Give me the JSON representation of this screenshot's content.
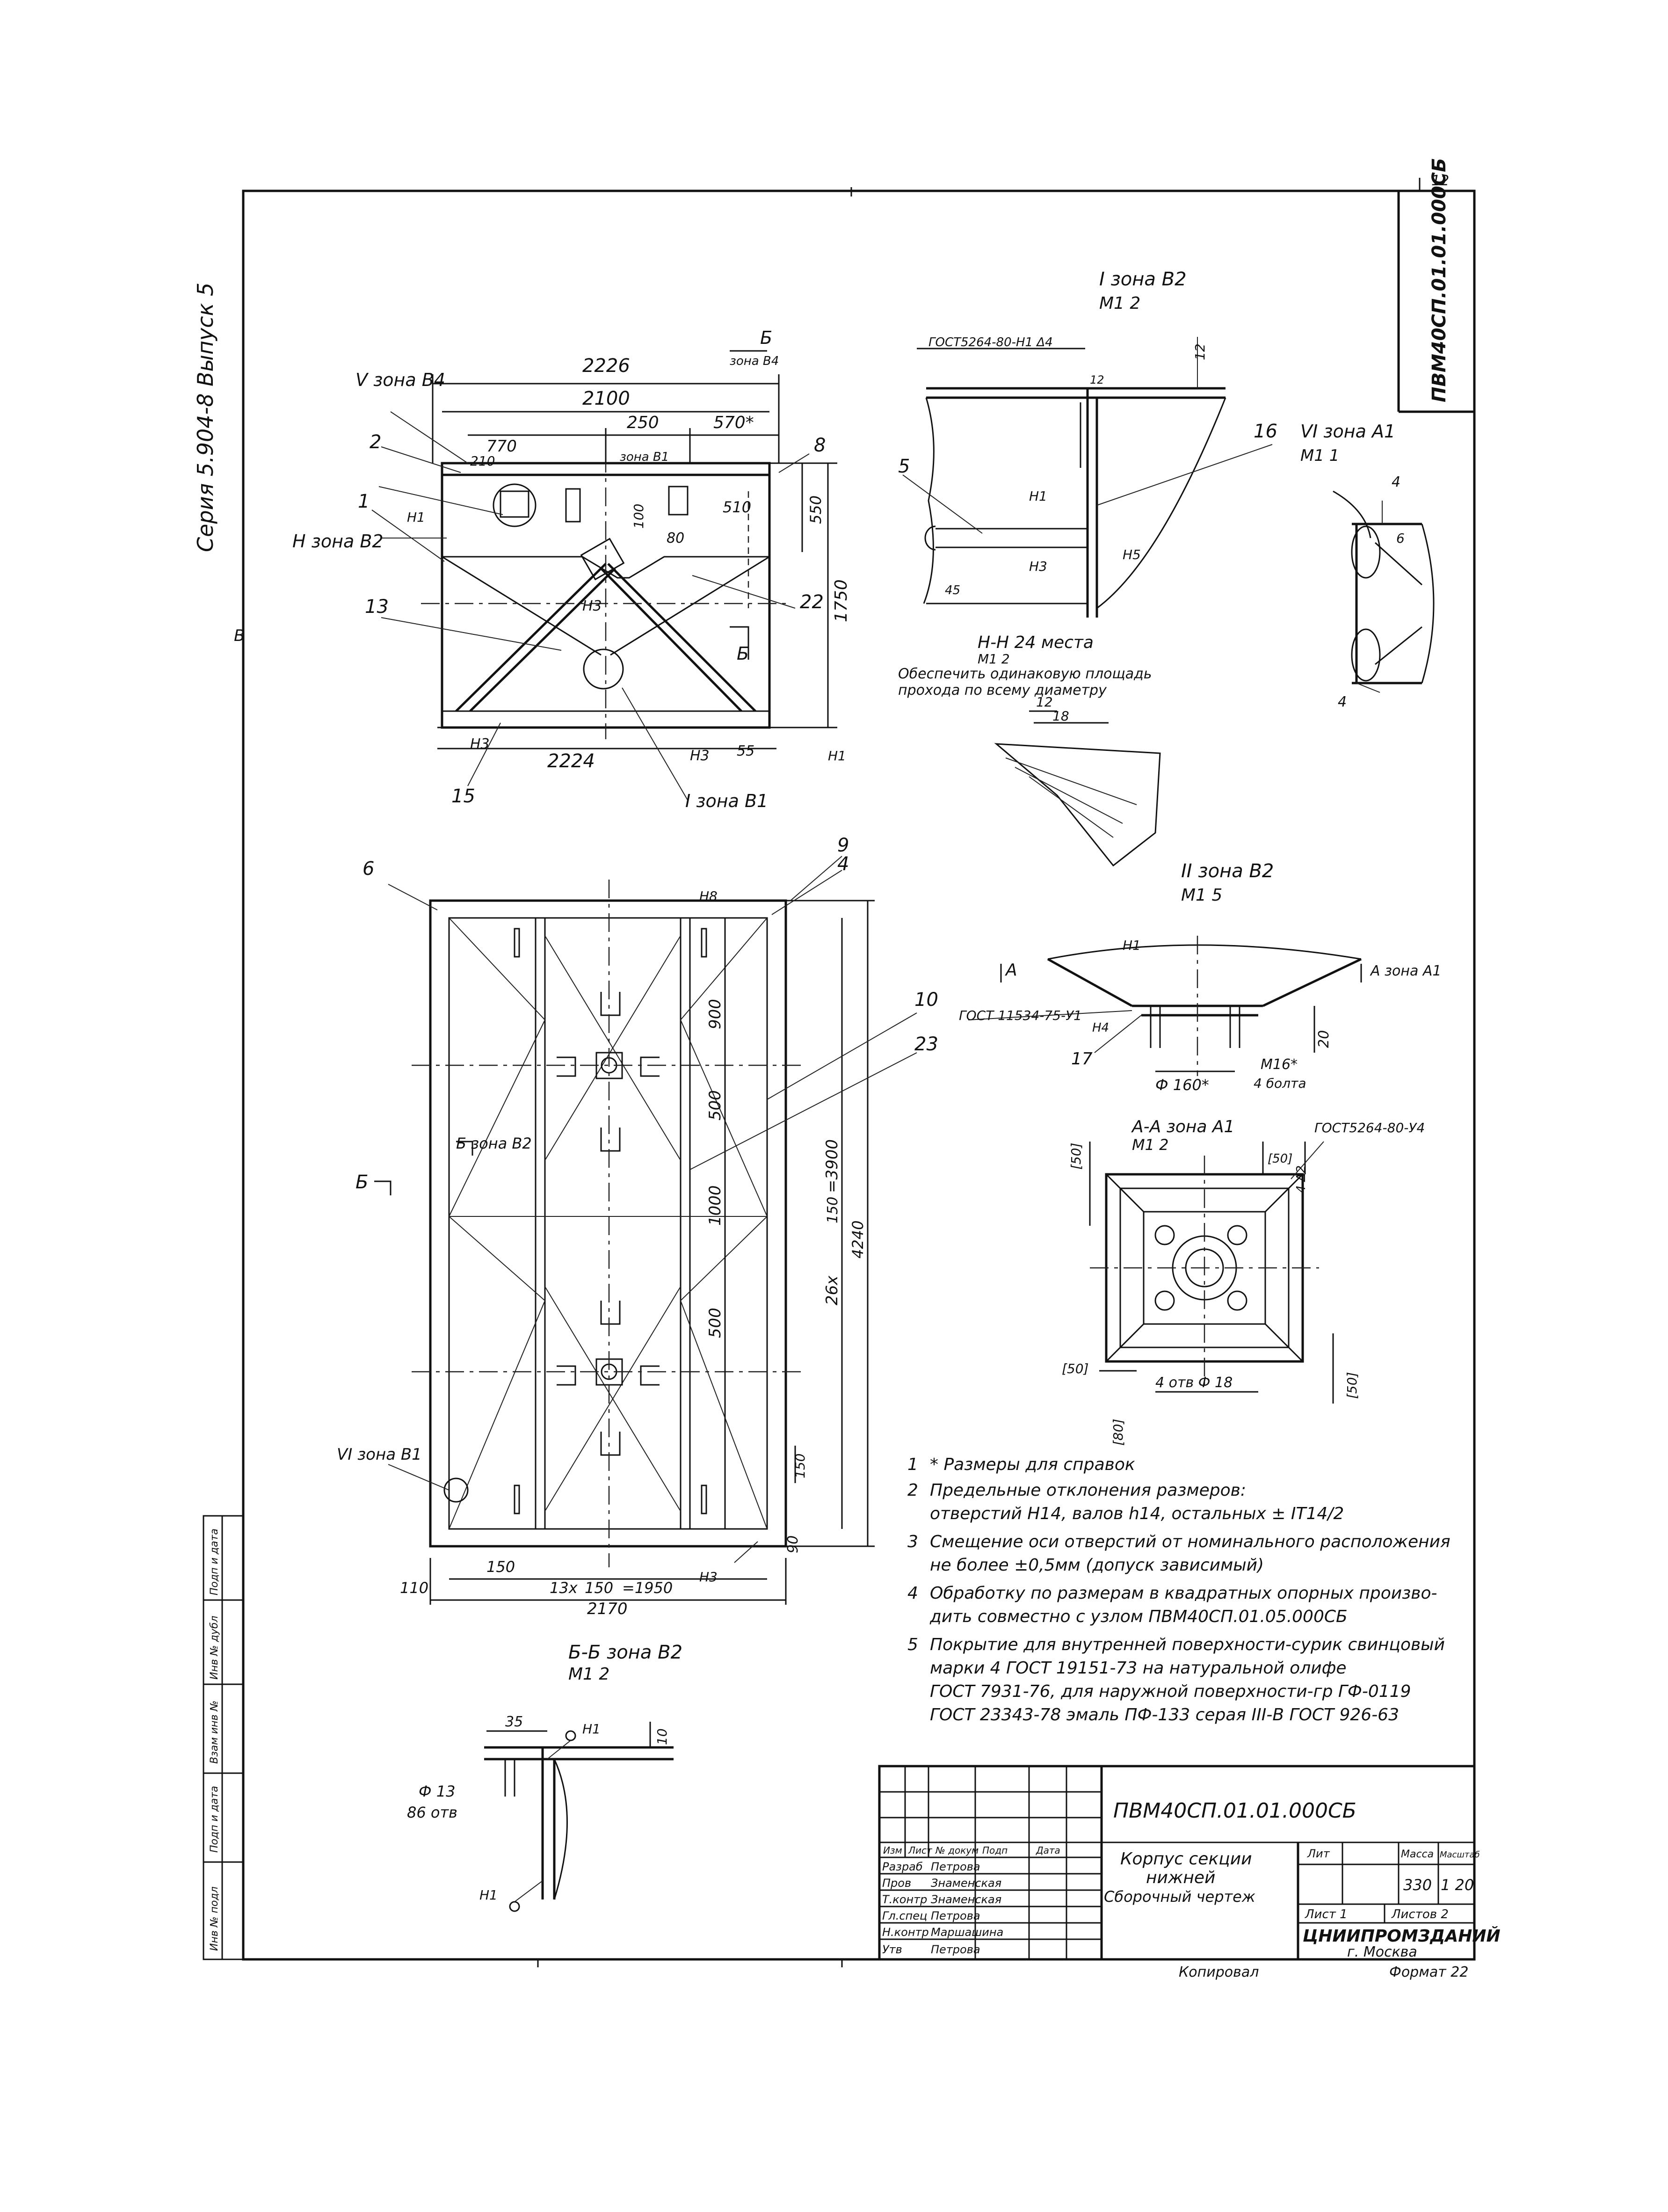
{
  "series_label": "Серия 5.904-8 Выпуск 5",
  "side_code": "ПВМ40СП.01.01.000СБ",
  "page_number": "12",
  "views": {
    "main": {
      "dims": [
        "2226",
        "2100",
        "770",
        "250",
        "570*",
        "210",
        "510",
        "100",
        "80",
        "550",
        "1750",
        "2224",
        "55"
      ],
      "callouts": [
        "2",
        "1",
        "13",
        "15",
        "8",
        "22"
      ],
      "labels": [
        "V зона В4",
        "Н зона В2",
        "I зона В1",
        "Б",
        "зона В4",
        "Б",
        "зона В1"
      ],
      "weld_marks": [
        "Н3",
        "Н3",
        "Н1",
        "Н1",
        "Н3"
      ]
    },
    "detail_I": {
      "title": "I зона В2",
      "scale": "М1 2",
      "gost": "ГОСТ5264-80-Н1 Δ4",
      "dims": [
        "12",
        "12",
        "45"
      ],
      "callouts": [
        "16",
        "5"
      ],
      "weld_marks": [
        "Н1",
        "Н3",
        "Н5"
      ]
    },
    "detail_VI": {
      "title": "VI зона А1",
      "scale": "М1 1",
      "dims": [
        "4",
        "6",
        "4"
      ]
    },
    "section_HH": {
      "title": "Н-Н 24 места",
      "scale": "М1 2",
      "note_line1": "Обеспечить одинаковую площадь",
      "note_line2": "прохода по всему диаметру",
      "dims": [
        "12",
        "18"
      ]
    },
    "detail_II": {
      "title": "II зона В2",
      "scale": "М1 5",
      "gost": "ГОСТ 11534-75-У1",
      "dims": [
        "Ф 160*",
        "М16*",
        "4 болта",
        "20",
        "17"
      ],
      "labels": [
        "А",
        "А зона А1",
        "Н1",
        "Н4"
      ]
    },
    "section_AA": {
      "title": "А-А зона А1",
      "scale": "М1 2",
      "gost": "ГОСТ5264-80-У4",
      "dims": [
        "[50]",
        "[50]",
        "[50]",
        "[50]",
        "[80]",
        "4 отв Ф 18",
        "4 Δ2"
      ]
    },
    "plan": {
      "dims": [
        "900",
        "500",
        "1000",
        "500",
        "26x",
        "150",
        "=3900",
        "4240",
        "150",
        "110",
        "13x",
        "150",
        "=1950",
        "2170",
        "90",
        "150"
      ],
      "callouts": [
        "6",
        "9",
        "4",
        "10",
        "23"
      ],
      "labels": [
        "Б",
        "Б зона В2",
        "VI зона В1"
      ],
      "weld_marks": [
        "Н8",
        "Н3"
      ]
    },
    "section_BB": {
      "title": "Б-Б зона В2",
      "scale": "М1 2",
      "dims": [
        "35",
        "Ф 13",
        "86 отв",
        "10"
      ],
      "weld_marks": [
        "Н1",
        "Н1"
      ]
    }
  },
  "notes": [
    {
      "num": "1",
      "text": "* Размеры для справок"
    },
    {
      "num": "2",
      "text": "Предельные отклонения размеров:"
    },
    {
      "num": "",
      "text": "отверстий    Н14, валов    h14, остальных ± IT14/2"
    },
    {
      "num": "3",
      "text": "Смещение оси отверстий от номинального расположения"
    },
    {
      "num": "",
      "text": "не более ±0,5мм (допуск зависимый)"
    },
    {
      "num": "4",
      "text": "Обработку по размерам в квадратных опорных произво-"
    },
    {
      "num": "",
      "text": "дить совместно с узлом ПВМ40СП.01.05.000СБ"
    },
    {
      "num": "5",
      "text": "Покрытие для внутренней поверхности-сурик свинцовый"
    },
    {
      "num": "",
      "text": "марки 4 ГОСТ 19151-73 на натуральной олифе"
    },
    {
      "num": "",
      "text": "ГОСТ 7931-76, для наружной поверхности-гр ГФ-0119"
    },
    {
      "num": "",
      "text": "ГОСТ 23343-78 эмаль ПФ-133 серая III-В ГОСТ 926-63"
    }
  ],
  "title_block": {
    "designation": "ПВМ40СП.01.01.000СБ",
    "name_line1": "Корпус секции",
    "name_line2": "нижней",
    "name_line3": "Сборочный чертеж",
    "col_headers": [
      "Изм",
      "Лист",
      "№ докум",
      "Подп",
      "Дата"
    ],
    "roles": [
      "Разраб",
      "Пров",
      "Т.контр",
      "Гл.спец",
      "Н.контр",
      "Утв"
    ],
    "names": [
      "Петрова",
      "Знаменская",
      "Знаменская",
      "Петрова",
      "Маршашина",
      "Петрова"
    ],
    "dates": [
      "",
      "",
      "",
      "",
      "",
      ""
    ],
    "lit_label": "Лит",
    "mass_label": "Масса",
    "scale_label": "Масштаб",
    "mass": "330",
    "scale": "1 20",
    "sheet_label": "Лист 1",
    "sheets_label": "Листов 2",
    "org_line1": "ЦНИИПРОМЗДАНИЙ",
    "org_line2": "г. Москва",
    "copied": "Копировал",
    "format": "Формат 22"
  },
  "left_strip": [
    "Инв № подл",
    "Подп и дата",
    "Взам инв №",
    "Инв № дубл",
    "Подп и дата"
  ]
}
